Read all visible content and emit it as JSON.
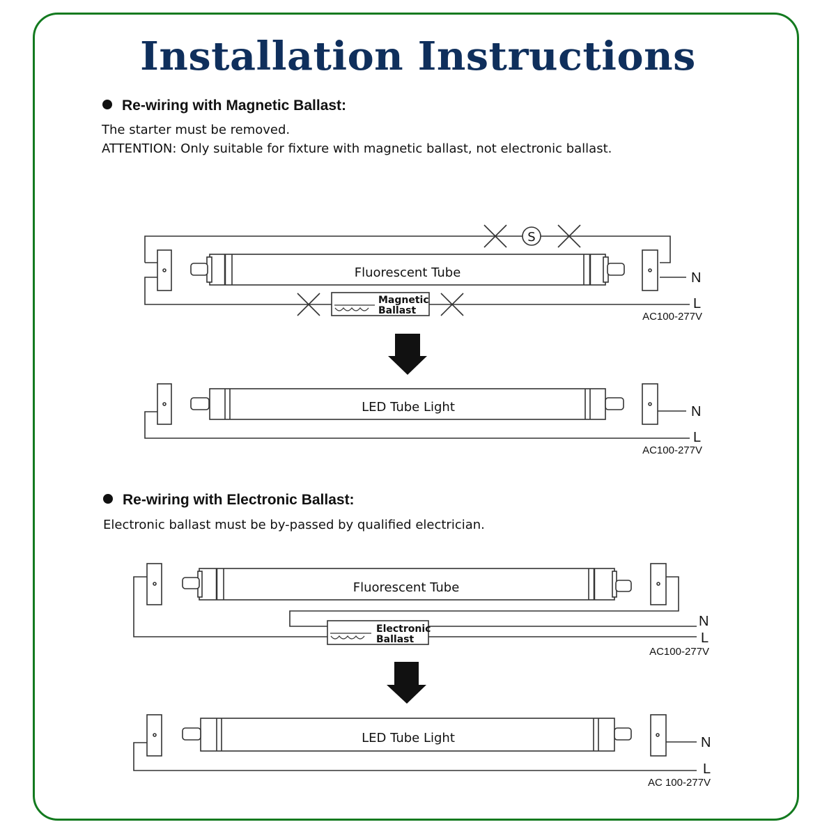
{
  "document": {
    "title": "Installation Instructions",
    "border_color": "#137a1f",
    "title_color": "#0f2f5c"
  },
  "section_magnetic": {
    "heading": "Re-wiring with Magnetic Ballast:",
    "lines": [
      "The starter must be removed.",
      "ATTENTION: Only suitable for fixture with magnetic ballast, not electronic ballast."
    ],
    "before": {
      "tube_label": "Fluorescent Tube",
      "starter_label": "S",
      "ballast_label_1": "Magnetic",
      "ballast_label_2": "Ballast",
      "neutral_label": "N",
      "live_label": "L",
      "voltage_label": "AC100-277V"
    },
    "after": {
      "tube_label": "LED Tube Light",
      "neutral_label": "N",
      "live_label": "L",
      "voltage_label": "AC100-277V"
    }
  },
  "section_electronic": {
    "heading": "Re-wiring with Electronic Ballast:",
    "lines": [
      "Electronic ballast must be by-passed by qualified electrician."
    ],
    "before": {
      "tube_label": "Fluorescent Tube",
      "ballast_label_1": "Electronic",
      "ballast_label_2": "Ballast",
      "neutral_label": "N",
      "live_label": "L",
      "voltage_label": "AC100-277V"
    },
    "after": {
      "tube_label": "LED Tube Light",
      "neutral_label": "N",
      "live_label": "L",
      "voltage_label": "AC 100-277V"
    }
  }
}
